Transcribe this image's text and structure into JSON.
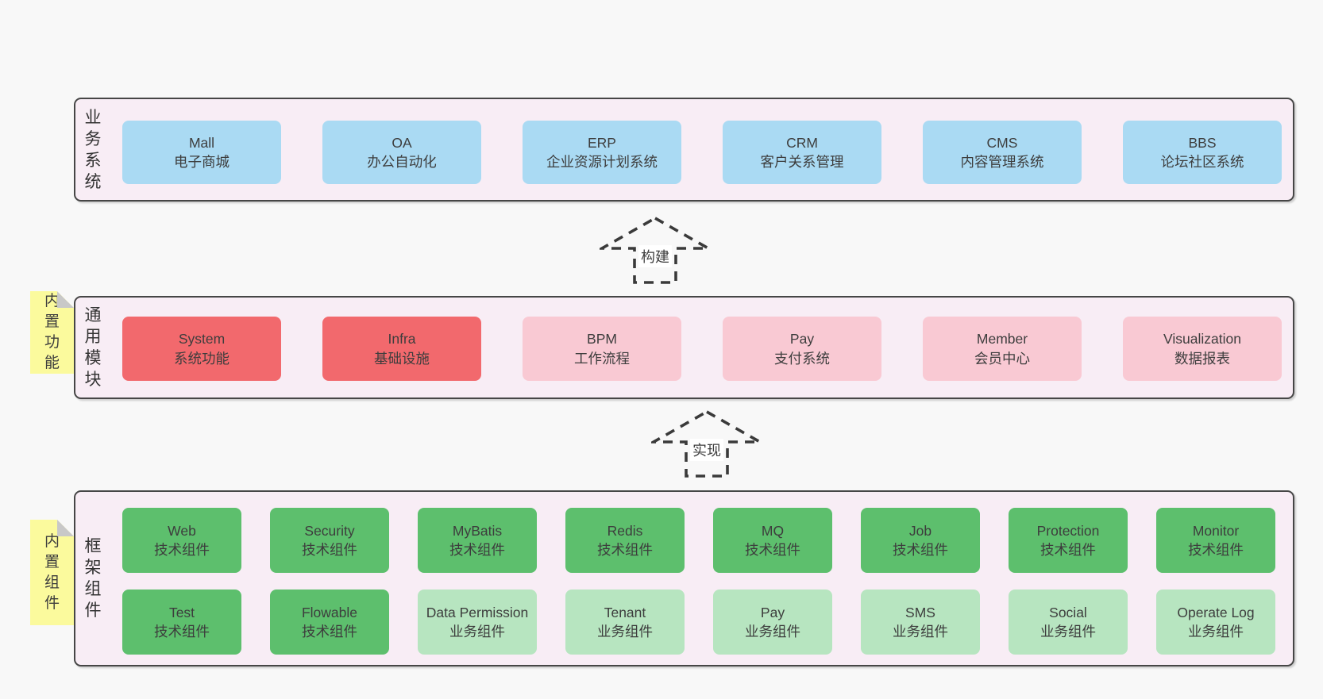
{
  "colors": {
    "page_bg": "#f8f8f8",
    "layer_bg": "#f8edf5",
    "layer_border": "#464646",
    "box_blue": "#aadaf3",
    "box_red": "#f2696d",
    "box_pink": "#f9c9d3",
    "box_green": "#5dbf6d",
    "box_light_green": "#b7e5c0",
    "sticky_yellow": "#fbfa9d",
    "sticky_fold": "#c8c8c8",
    "text": "#3d3d3d"
  },
  "arrows": [
    {
      "label": "构建"
    },
    {
      "label": "实现"
    }
  ],
  "layers": [
    {
      "name": "business-systems",
      "side_label": "业务系统",
      "rows": [
        {
          "boxes": [
            {
              "title": "Mall",
              "subtitle": "电子商城",
              "color": "blue"
            },
            {
              "title": "OA",
              "subtitle": "办公自动化",
              "color": "blue"
            },
            {
              "title": "ERP",
              "subtitle": "企业资源计划系统",
              "color": "blue"
            },
            {
              "title": "CRM",
              "subtitle": "客户关系管理",
              "color": "blue"
            },
            {
              "title": "CMS",
              "subtitle": "内容管理系统",
              "color": "blue"
            },
            {
              "title": "BBS",
              "subtitle": "论坛社区系统",
              "color": "blue"
            }
          ]
        }
      ]
    },
    {
      "name": "common-modules",
      "side_label": "通用模块",
      "sticky_note": "内置功能",
      "rows": [
        {
          "boxes": [
            {
              "title": "System",
              "subtitle": "系统功能",
              "color": "red"
            },
            {
              "title": "Infra",
              "subtitle": "基础设施",
              "color": "red"
            },
            {
              "title": "BPM",
              "subtitle": "工作流程",
              "color": "pink"
            },
            {
              "title": "Pay",
              "subtitle": "支付系统",
              "color": "pink"
            },
            {
              "title": "Member",
              "subtitle": "会员中心",
              "color": "pink"
            },
            {
              "title": "Visualization",
              "subtitle": "数据报表",
              "color": "pink"
            }
          ]
        }
      ]
    },
    {
      "name": "framework-components",
      "side_label": "框架组件",
      "sticky_note": "内置组件",
      "rows": [
        {
          "boxes": [
            {
              "title": "Web",
              "subtitle": "技术组件",
              "color": "green"
            },
            {
              "title": "Security",
              "subtitle": "技术组件",
              "color": "green"
            },
            {
              "title": "MyBatis",
              "subtitle": "技术组件",
              "color": "green"
            },
            {
              "title": "Redis",
              "subtitle": "技术组件",
              "color": "green"
            },
            {
              "title": "MQ",
              "subtitle": "技术组件",
              "color": "green"
            },
            {
              "title": "Job",
              "subtitle": "技术组件",
              "color": "green"
            },
            {
              "title": "Protection",
              "subtitle": "技术组件",
              "color": "green"
            },
            {
              "title": "Monitor",
              "subtitle": "技术组件",
              "color": "green"
            }
          ]
        },
        {
          "boxes": [
            {
              "title": "Test",
              "subtitle": "技术组件",
              "color": "green"
            },
            {
              "title": "Flowable",
              "subtitle": "技术组件",
              "color": "green"
            },
            {
              "title": "Data Permission",
              "subtitle": "业务组件",
              "color": "light-green"
            },
            {
              "title": "Tenant",
              "subtitle": "业务组件",
              "color": "light-green"
            },
            {
              "title": "Pay",
              "subtitle": "业务组件",
              "color": "light-green"
            },
            {
              "title": "SMS",
              "subtitle": "业务组件",
              "color": "light-green"
            },
            {
              "title": "Social",
              "subtitle": "业务组件",
              "color": "light-green"
            },
            {
              "title": "Operate Log",
              "subtitle": "业务组件",
              "color": "light-green"
            }
          ]
        }
      ]
    }
  ]
}
